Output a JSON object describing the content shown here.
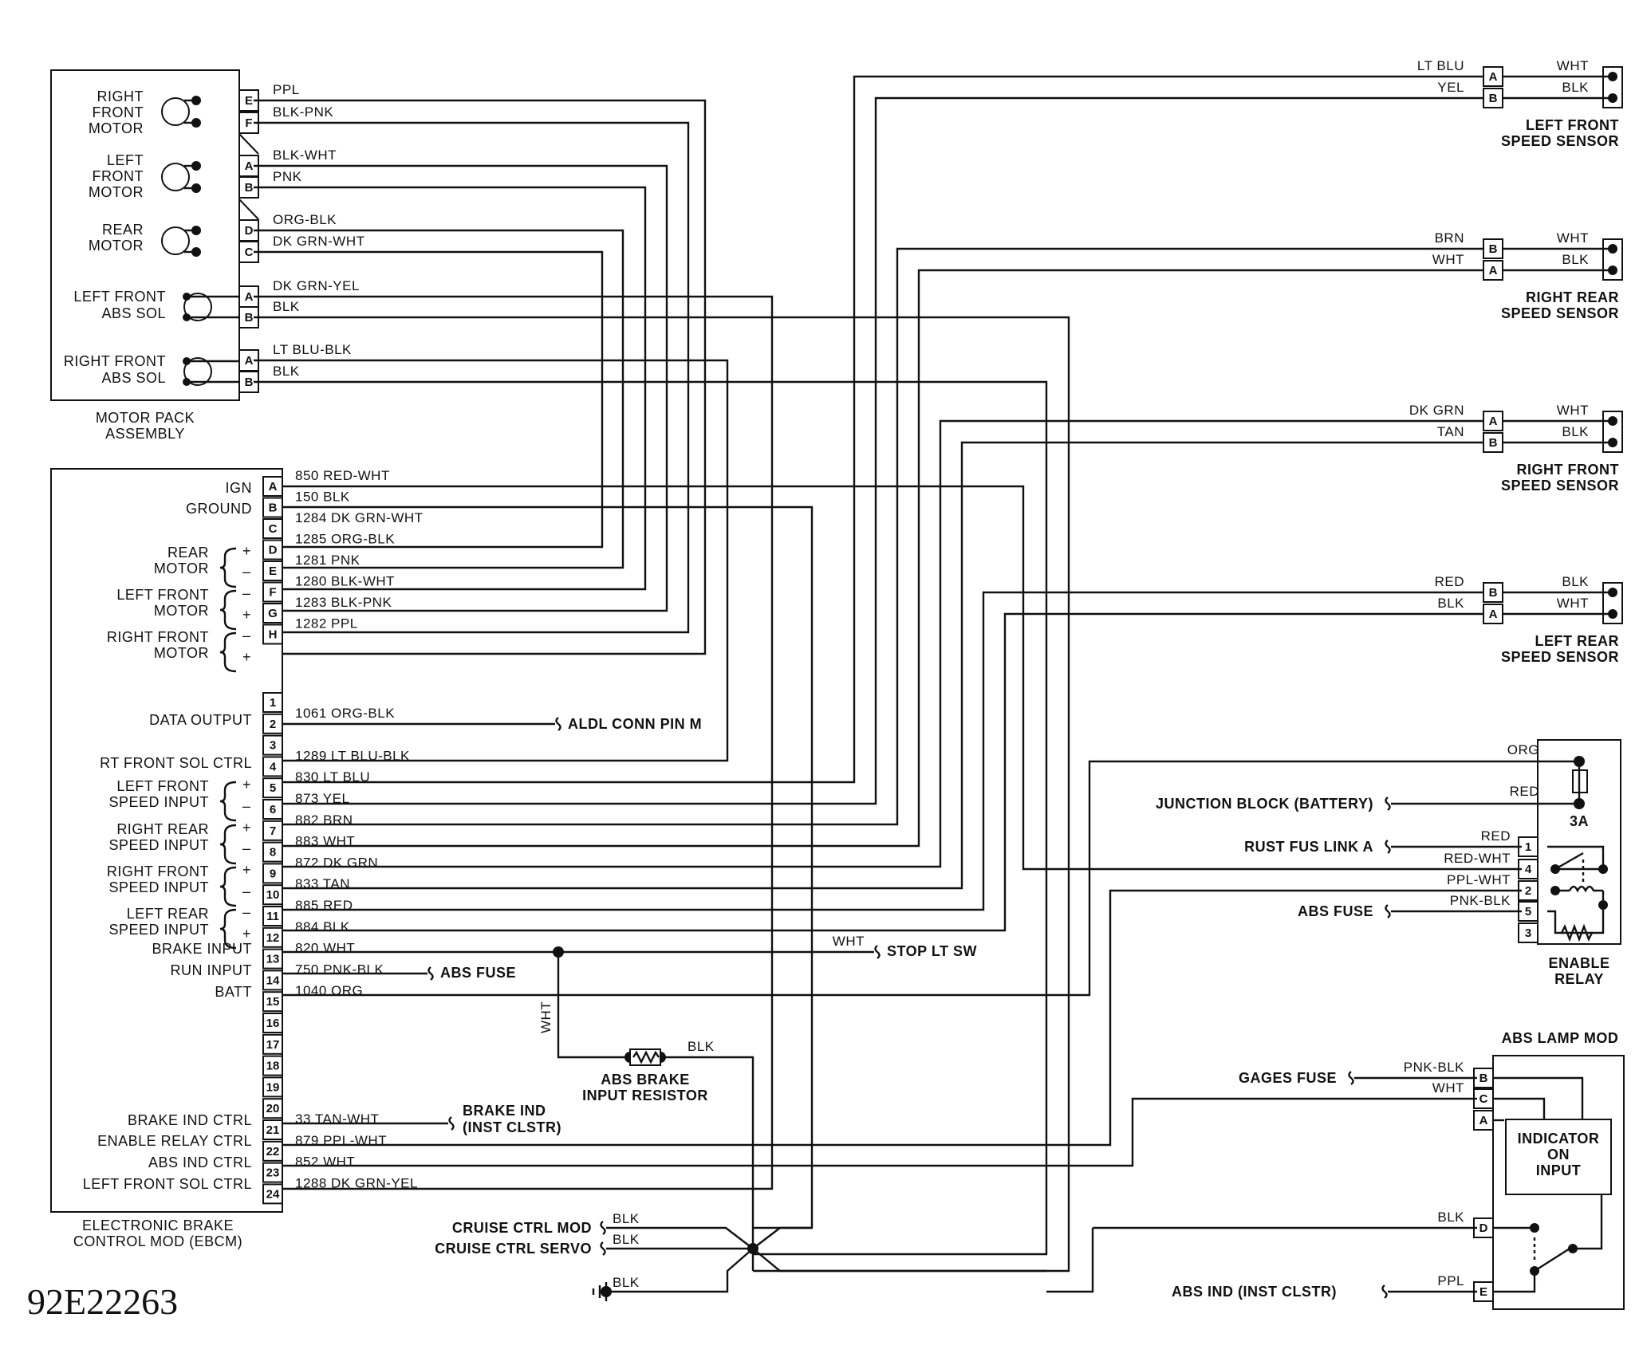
{
  "figure_id": "92E22263",
  "motor_pack": {
    "title": [
      "MOTOR PACK",
      "ASSEMBLY"
    ],
    "components": [
      {
        "name": [
          "RIGHT",
          "FRONT",
          "MOTOR"
        ],
        "pins": [
          "E",
          "F"
        ],
        "wires": [
          "PPL",
          "BLK-PNK"
        ]
      },
      {
        "name": [
          "LEFT",
          "FRONT",
          "MOTOR"
        ],
        "pins": [
          "A",
          "B"
        ],
        "wires": [
          "BLK-WHT",
          "PNK"
        ]
      },
      {
        "name": [
          "REAR",
          "MOTOR"
        ],
        "pins": [
          "D",
          "C"
        ],
        "wires": [
          "ORG-BLK",
          "DK GRN-WHT"
        ]
      },
      {
        "name": [
          "LEFT FRONT",
          "ABS SOL"
        ],
        "pins": [
          "A",
          "B"
        ],
        "wires": [
          "DK GRN-YEL",
          "BLK"
        ]
      },
      {
        "name": [
          "RIGHT FRONT",
          "ABS SOL"
        ],
        "pins": [
          "A",
          "B"
        ],
        "wires": [
          "LT BLU-BLK",
          "BLK"
        ]
      }
    ]
  },
  "ebcm": {
    "title": [
      "ELECTRONIC BRAKE",
      "CONTROL MOD (EBCM)"
    ],
    "lettered_pins": [
      {
        "pin": "A",
        "wire": "850 RED-WHT"
      },
      {
        "pin": "B",
        "wire": "150 BLK"
      },
      {
        "pin": "C",
        "wire": "1284 DK GRN-WHT"
      },
      {
        "pin": "D",
        "wire": "1285 ORG-BLK"
      },
      {
        "pin": "E",
        "wire": "1281 PNK"
      },
      {
        "pin": "F",
        "wire": "1280 BLK-WHT"
      },
      {
        "pin": "G",
        "wire": "1283 BLK-PNK"
      },
      {
        "pin": "H",
        "wire": "1282 PPL"
      }
    ],
    "numbered_pins": [
      {
        "pin": "1",
        "wire": ""
      },
      {
        "pin": "2",
        "wire": "1061 ORG-BLK"
      },
      {
        "pin": "3",
        "wire": ""
      },
      {
        "pin": "4",
        "wire": "1289 LT BLU-BLK"
      },
      {
        "pin": "5",
        "wire": "830 LT BLU"
      },
      {
        "pin": "6",
        "wire": "873 YEL"
      },
      {
        "pin": "7",
        "wire": "882 BRN"
      },
      {
        "pin": "8",
        "wire": "883 WHT"
      },
      {
        "pin": "9",
        "wire": "872 DK GRN"
      },
      {
        "pin": "10",
        "wire": "833 TAN"
      },
      {
        "pin": "11",
        "wire": "885 RED"
      },
      {
        "pin": "12",
        "wire": "884 BLK"
      },
      {
        "pin": "13",
        "wire": "820 WHT"
      },
      {
        "pin": "14",
        "wire": "750 PNK-BLK"
      },
      {
        "pin": "15",
        "wire": "1040 ORG"
      },
      {
        "pin": "16",
        "wire": ""
      },
      {
        "pin": "17",
        "wire": ""
      },
      {
        "pin": "18",
        "wire": ""
      },
      {
        "pin": "19",
        "wire": ""
      },
      {
        "pin": "20",
        "wire": ""
      },
      {
        "pin": "21",
        "wire": "33 TAN-WHT"
      },
      {
        "pin": "22",
        "wire": "879 PPL-WHT"
      },
      {
        "pin": "23",
        "wire": "852 WHT"
      },
      {
        "pin": "24",
        "wire": "1288 DK GRN-YEL"
      }
    ],
    "functions": {
      "ign": "IGN",
      "ground": "GROUND",
      "rear_motor": [
        "REAR",
        "MOTOR"
      ],
      "left_front_motor": [
        "LEFT FRONT",
        "MOTOR"
      ],
      "right_front_motor": [
        "RIGHT FRONT",
        "MOTOR"
      ],
      "data_output": "DATA OUTPUT",
      "rt_front_sol_ctrl": "RT FRONT SOL CTRL",
      "left_front_speed_input": [
        "LEFT FRONT",
        "SPEED INPUT"
      ],
      "right_rear_speed_input": [
        "RIGHT REAR",
        "SPEED INPUT"
      ],
      "right_front_speed_input": [
        "RIGHT FRONT",
        "SPEED INPUT"
      ],
      "left_rear_speed_input": [
        "LEFT REAR",
        "SPEED INPUT"
      ],
      "brake_input": "BRAKE INPUT",
      "run_input": "RUN INPUT",
      "batt": "BATT",
      "brake_ind_ctrl": "BRAKE IND CTRL",
      "enable_relay_ctrl": "ENABLE RELAY CTRL",
      "abs_ind_ctrl": "ABS IND CTRL",
      "left_front_sol_ctrl": "LEFT FRONT SOL CTRL"
    },
    "polarity": {
      "plus": "+",
      "minus": "–"
    }
  },
  "speed_sensors": [
    {
      "name": [
        "LEFT FRONT",
        "SPEED SENSOR"
      ],
      "pins": [
        "A",
        "B"
      ],
      "in_wires": [
        "LT BLU",
        "YEL"
      ],
      "out_wires": [
        "WHT",
        "BLK"
      ]
    },
    {
      "name": [
        "RIGHT REAR",
        "SPEED SENSOR"
      ],
      "pins": [
        "B",
        "A"
      ],
      "in_wires": [
        "BRN",
        "WHT"
      ],
      "out_wires": [
        "WHT",
        "BLK"
      ]
    },
    {
      "name": [
        "RIGHT FRONT",
        "SPEED SENSOR"
      ],
      "pins": [
        "A",
        "B"
      ],
      "in_wires": [
        "DK GRN",
        "TAN"
      ],
      "out_wires": [
        "WHT",
        "BLK"
      ]
    },
    {
      "name": [
        "LEFT REAR",
        "SPEED SENSOR"
      ],
      "pins": [
        "B",
        "A"
      ],
      "in_wires": [
        "RED",
        "BLK"
      ],
      "out_wires": [
        "BLK",
        "WHT"
      ]
    }
  ],
  "enable_relay": {
    "title": [
      "ENABLE",
      "RELAY"
    ],
    "fuse_rating": "3A",
    "orange_wire": "ORG",
    "junction_block": {
      "label": "JUNCTION BLOCK (BATTERY)",
      "wire": "RED"
    },
    "pins": [
      {
        "pin": "1",
        "wire": "RED",
        "source": "RUST FUS LINK A"
      },
      {
        "pin": "4",
        "wire": "RED-WHT",
        "source": ""
      },
      {
        "pin": "2",
        "wire": "PPL-WHT",
        "source": ""
      },
      {
        "pin": "5",
        "wire": "PNK-BLK",
        "source": "ABS FUSE"
      },
      {
        "pin": "3",
        "wire": "",
        "source": ""
      }
    ]
  },
  "abs_lamp_mod": {
    "title": "ABS LAMP MOD",
    "indicator_box": [
      "INDICATOR",
      "ON",
      "INPUT"
    ],
    "pins": [
      {
        "pin": "B",
        "wire": "PNK-BLK",
        "source": "GAGES FUSE"
      },
      {
        "pin": "C",
        "wire": "WHT",
        "source": ""
      },
      {
        "pin": "A",
        "wire": "",
        "source": ""
      },
      {
        "pin": "D",
        "wire": "BLK",
        "source": ""
      },
      {
        "pin": "E",
        "wire": "PPL",
        "source": "ABS IND (INST CLSTR)"
      }
    ]
  },
  "misc": {
    "aldl": "ALDL CONN PIN M",
    "abs_fuse": "ABS FUSE",
    "stop_lt_sw": "STOP LT SW",
    "stop_wire": "WHT",
    "brake_ind": [
      "BRAKE IND",
      "(INST CLSTR)"
    ],
    "resistor": [
      "ABS BRAKE",
      "INPUT RESISTOR"
    ],
    "resistor_in_wire": "WHT",
    "resistor_out_wire": "BLK",
    "cruise_mod": "CRUISE CTRL MOD",
    "cruise_servo": "CRUISE CTRL SERVO",
    "cruise_mod_wire": "BLK",
    "cruise_servo_wire": "BLK",
    "ground_wire": "BLK"
  }
}
